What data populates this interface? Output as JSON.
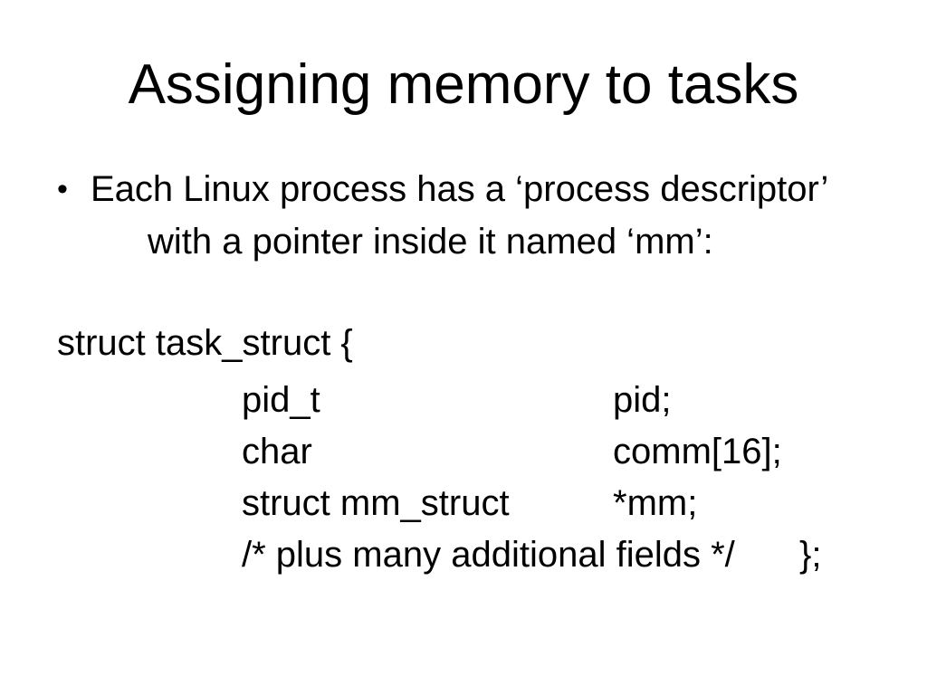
{
  "slide": {
    "title": "Assigning memory to tasks",
    "bullet": {
      "marker": "•",
      "line1": "Each Linux process has a ‘process descriptor’",
      "line2": "with a pointer inside it named ‘mm’:"
    },
    "code": {
      "struct_open": "struct task_struct {",
      "rows": [
        {
          "type": "pid_t",
          "name": "pid;"
        },
        {
          "type": "char",
          "name": "comm[16];"
        },
        {
          "type": "struct mm_struct",
          "name": "*mm;"
        },
        {
          "type": "/* plus many additional fields */",
          "name": "};"
        }
      ]
    }
  },
  "colors": {
    "background": "#ffffff",
    "text": "#000000"
  }
}
